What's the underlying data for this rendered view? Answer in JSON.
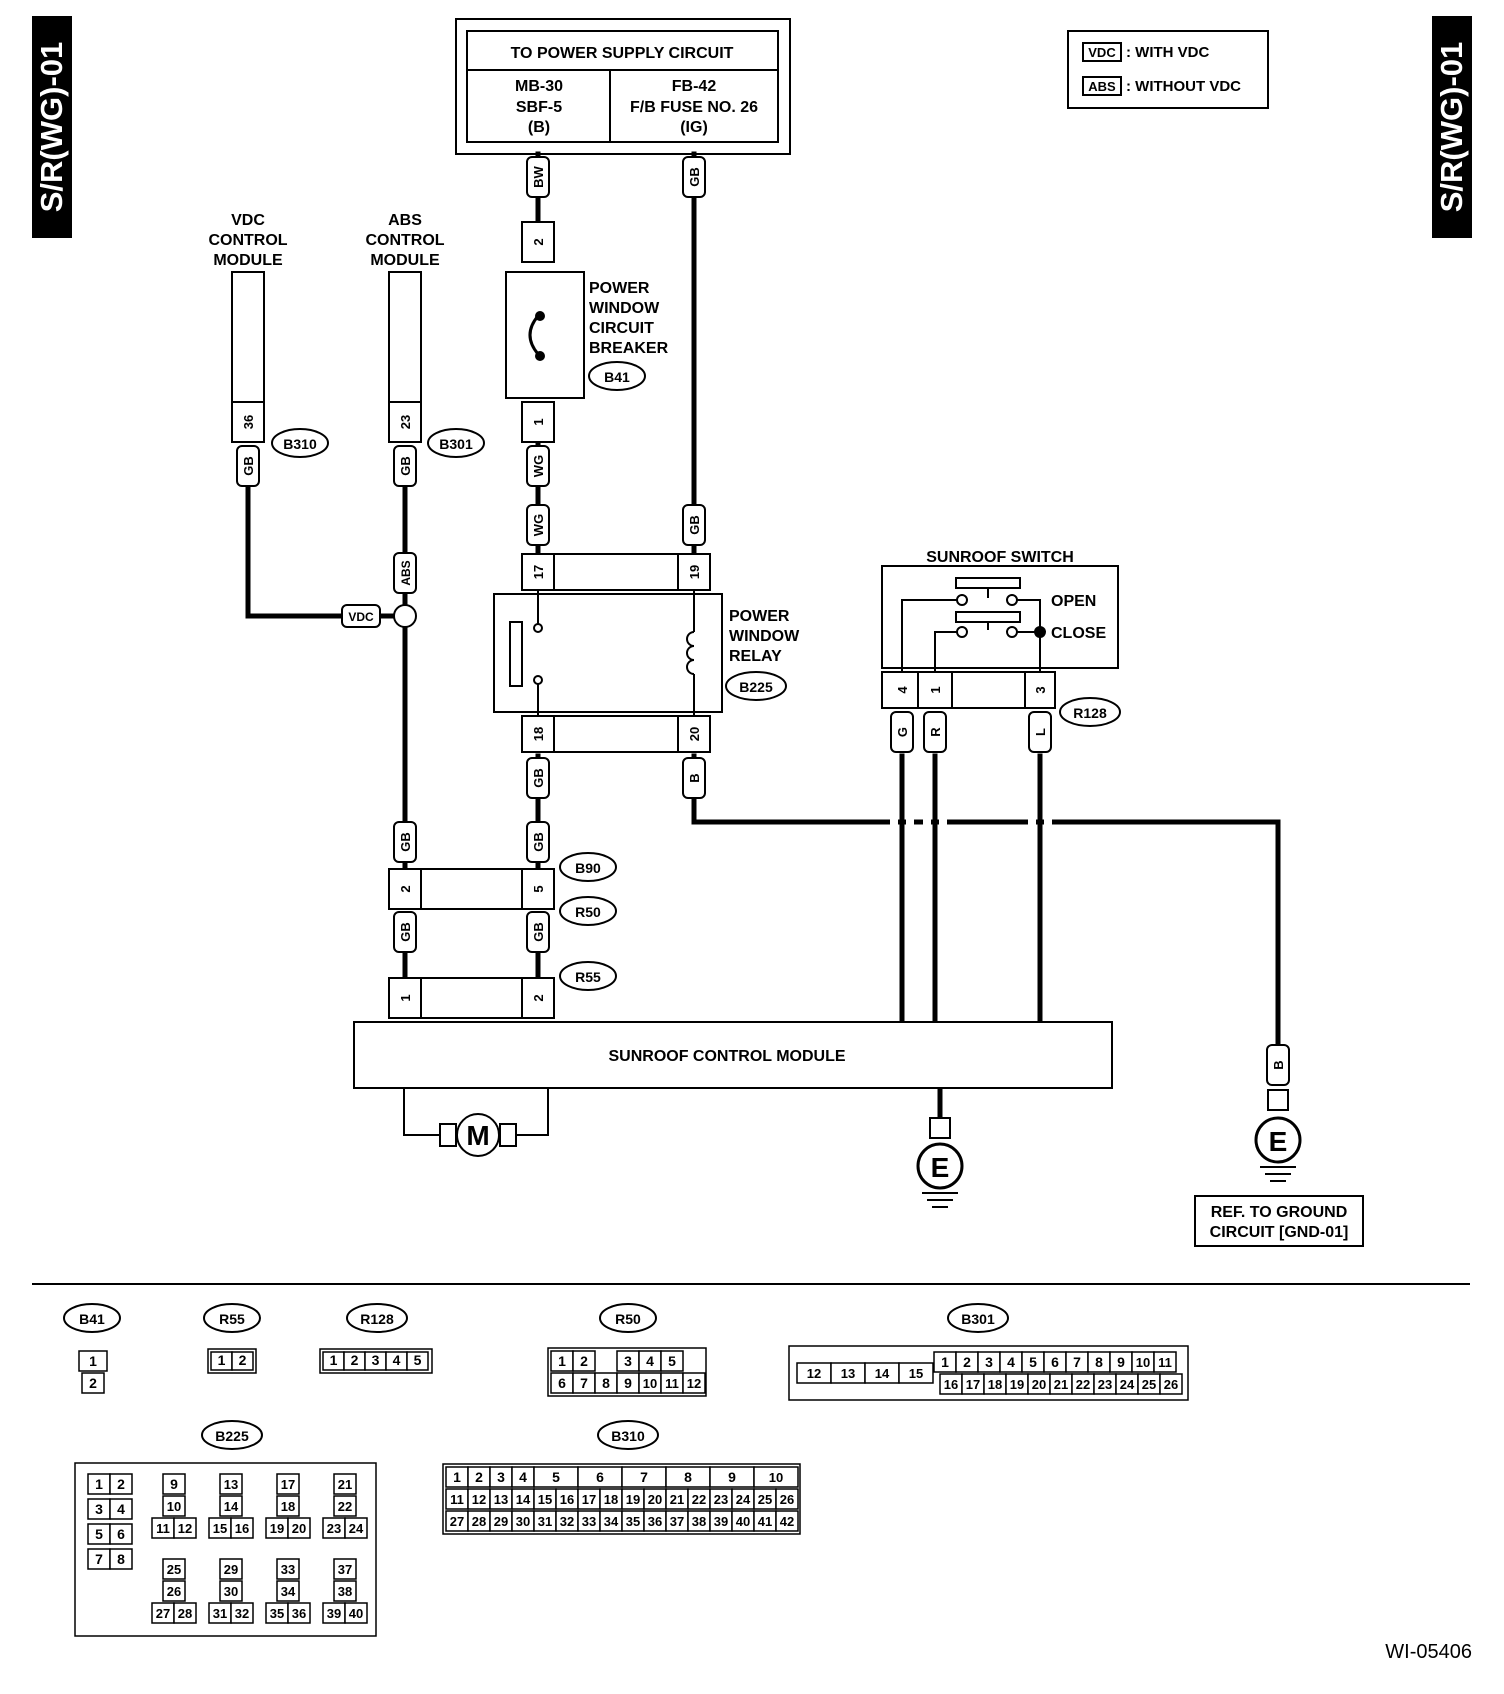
{
  "page_code": "S/R(WG)-01",
  "doc_id": "WI-05406",
  "legend": [
    {
      "tag": "VDC",
      "text": ": WITH VDC"
    },
    {
      "tag": "ABS",
      "text": ": WITHOUT VDC"
    }
  ],
  "power_supply": {
    "title": "TO POWER SUPPLY CIRCUIT",
    "left": [
      "MB-30",
      "SBF-5",
      "(B)"
    ],
    "right": [
      "FB-42",
      "F/B FUSE NO. 26",
      "(IG)"
    ]
  },
  "modules": {
    "vdc": [
      "VDC",
      "CONTROL",
      "MODULE"
    ],
    "abs": [
      "ABS",
      "CONTROL",
      "MODULE"
    ],
    "breaker": [
      "POWER",
      "WINDOW",
      "CIRCUIT",
      "BREAKER"
    ],
    "relay": [
      "POWER",
      "WINDOW",
      "RELAY"
    ],
    "sunroof_switch": "SUNROOF SWITCH",
    "switch_open": "OPEN",
    "switch_close": "CLOSE",
    "sunroof_module": "SUNROOF CONTROL MODULE",
    "motor": "M",
    "ground": "E",
    "ref_ground": [
      "REF. TO GROUND",
      "CIRCUIT [GND-01]"
    ]
  },
  "connectors": {
    "B310": "B310",
    "B301": "B301",
    "B41": "B41",
    "B225": "B225",
    "R128": "R128",
    "B90": "B90",
    "R50": "R50",
    "R55": "R55"
  },
  "pins": {
    "b310": "36",
    "b301": "23",
    "b41_top": "2",
    "b41_bot": "1",
    "relay_17": "17",
    "relay_19": "19",
    "relay_18": "18",
    "relay_20": "20",
    "sw_4": "4",
    "sw_1": "1",
    "sw_3": "3",
    "b90_2": "2",
    "b90_5": "5",
    "r55_1": "1",
    "r55_2": "2"
  },
  "wires": {
    "bw": "BW",
    "gb": "GB",
    "wg": "WG",
    "b": "B",
    "g": "G",
    "r": "R",
    "l": "L",
    "abs": "ABS",
    "vdc": "VDC"
  },
  "connector_faces": {
    "B41": [
      [
        "1"
      ],
      [
        "2"
      ]
    ],
    "R55": [
      "1",
      "2"
    ],
    "R128": [
      "1",
      "2",
      "3",
      "4",
      "5"
    ],
    "R50": [
      [
        "1",
        "2",
        "",
        "3",
        "4",
        "5"
      ],
      [
        "6",
        "7",
        "8",
        "9",
        "10",
        "11",
        "12"
      ]
    ],
    "B301": {
      "left": [
        "12",
        "13",
        "14",
        "15"
      ],
      "top": [
        "1",
        "2",
        "3",
        "4",
        "5",
        "6",
        "7",
        "8",
        "9",
        "10",
        "11"
      ],
      "bottom": [
        "16",
        "17",
        "18",
        "19",
        "20",
        "21",
        "22",
        "23",
        "24",
        "25",
        "26"
      ]
    },
    "B310": [
      [
        "1",
        "2",
        "3",
        "4",
        "5",
        "6",
        "7",
        "8",
        "9",
        "10"
      ],
      [
        "11",
        "12",
        "13",
        "14",
        "15",
        "16",
        "17",
        "18",
        "19",
        "20",
        "21",
        "22",
        "23",
        "24",
        "25",
        "26"
      ],
      [
        "27",
        "28",
        "29",
        "30",
        "31",
        "32",
        "33",
        "34",
        "35",
        "36",
        "37",
        "38",
        "39",
        "40",
        "41",
        "42"
      ]
    ],
    "B225": {
      "col1": [
        [
          "1",
          "2"
        ],
        [
          "3",
          "4"
        ],
        [
          "5",
          "6"
        ],
        [
          "7",
          "8"
        ]
      ],
      "groups": [
        [
          "9",
          "10",
          "11",
          "12",
          "25",
          "26",
          "27",
          "28"
        ],
        [
          "13",
          "14",
          "15",
          "16",
          "29",
          "30",
          "31",
          "32"
        ],
        [
          "17",
          "18",
          "19",
          "20",
          "33",
          "34",
          "35",
          "36"
        ],
        [
          "21",
          "22",
          "23",
          "24",
          "37",
          "38",
          "39",
          "40"
        ]
      ]
    }
  }
}
